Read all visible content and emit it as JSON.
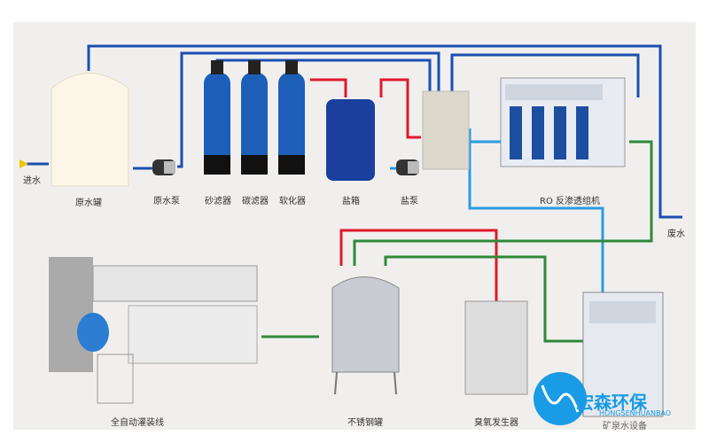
{
  "labels": {
    "inlet": "进水",
    "raw_tank": "原水罐",
    "raw_pump": "原水泵",
    "sand_filter": "砂滤器",
    "carbon_filter": "碳滤器",
    "softener": "软化器",
    "salt_tank": "盐箱",
    "salt_pump": "盐泵",
    "ro": "RO 反渗透组机",
    "waste": "废水",
    "filling_line": "全自动灌装线",
    "steel_tank": "不锈钢罐",
    "ozone": "臭氧发生器",
    "mineral": "矿泉水设备"
  },
  "brand": {
    "name": "宏森环保",
    "sub": "HONGSENHUANBAO"
  },
  "colors": {
    "pipe_blue": "#1a4fb0",
    "pipe_light_blue": "#2a9be0",
    "pipe_red": "#e0182c",
    "pipe_green": "#2e8a3a",
    "brand": "#1a9be6"
  }
}
